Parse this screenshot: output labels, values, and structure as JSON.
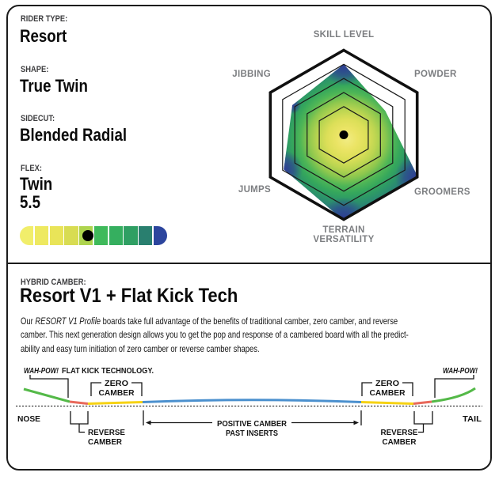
{
  "specs": [
    {
      "label": "RIDER TYPE:",
      "value": "Resort"
    },
    {
      "label": "SHAPE:",
      "value": "True Twin"
    },
    {
      "label": "SIDECUT:",
      "value": "Blended Radial"
    },
    {
      "label": "FLEX:",
      "value": "Twin",
      "rating": "5.5"
    }
  ],
  "flex_meter": {
    "scale": 10,
    "dot_fraction": 0.465,
    "colors": [
      "#F1EE6B",
      "#EEE960",
      "#E9E458",
      "#D8DC52",
      "#AED44E",
      "#3FBA5B",
      "#35AF5F",
      "#2F9F63",
      "#297F6F",
      "#2C459D"
    ]
  },
  "chart_data": {
    "type": "radar",
    "axes": [
      "SKILL LEVEL",
      "POWDER",
      "GROOMERS",
      "TERRAIN VERSATILITY",
      "JUMPS",
      "JIBBING"
    ],
    "values": [
      5,
      3.4,
      6,
      6,
      4.9,
      4.2
    ],
    "max": 6,
    "rings": [
      2,
      3,
      4,
      5
    ],
    "tip_accent_color": "#2E3B95",
    "tip_glows": [
      [
        0,
        27
      ],
      [
        2,
        28
      ],
      [
        3,
        28
      ],
      [
        4,
        24
      ],
      [
        5,
        11
      ]
    ],
    "gradient": [
      [
        "0%",
        "#F1EC83"
      ],
      [
        "14%",
        "#EBE465"
      ],
      [
        "27%",
        "#DCDF58"
      ],
      [
        "39%",
        "#BBD551"
      ],
      [
        "51%",
        "#8CC74E"
      ],
      [
        "62%",
        "#4FB656"
      ],
      [
        "72%",
        "#35A75C"
      ],
      [
        "82%",
        "#2C9668"
      ],
      [
        "92%",
        "#2A8375"
      ],
      [
        "100%",
        "#2A7F7B"
      ]
    ]
  },
  "camber_section": {
    "label": "HYBRID CAMBER:",
    "title": "Resort V1 + Flat Kick Tech",
    "desc_pre": "Our ",
    "desc_italic": "RESORT V1 Profile",
    "desc_line1_rest": " boards take full advantage of the benefits of traditional camber, zero camber, and reverse",
    "desc_line2": "camber. This next generation design allows you to get the pop and response of a cambered board with all the predict-",
    "desc_line3": "ability and easy turn initiation of zero camber or reverse camber shapes."
  },
  "camber_diagram": {
    "wah_pow": "WAH-POW!",
    "flat_kick": "FLAT KICK TECHNOLOGY.",
    "zero_line1": "ZERO",
    "zero_line2": "CAMBER",
    "nose": "NOSE",
    "tail": "TAIL",
    "reverse_line1": "REVERSE",
    "reverse_line2": "CAMBER",
    "positive_line1": "POSITIVE CAMBER",
    "positive_line2": "PAST INSERTS",
    "colors": {
      "green": "#54B948",
      "red": "#E8695B",
      "yellow": "#F6D214",
      "blue": "#4B90CE"
    }
  }
}
